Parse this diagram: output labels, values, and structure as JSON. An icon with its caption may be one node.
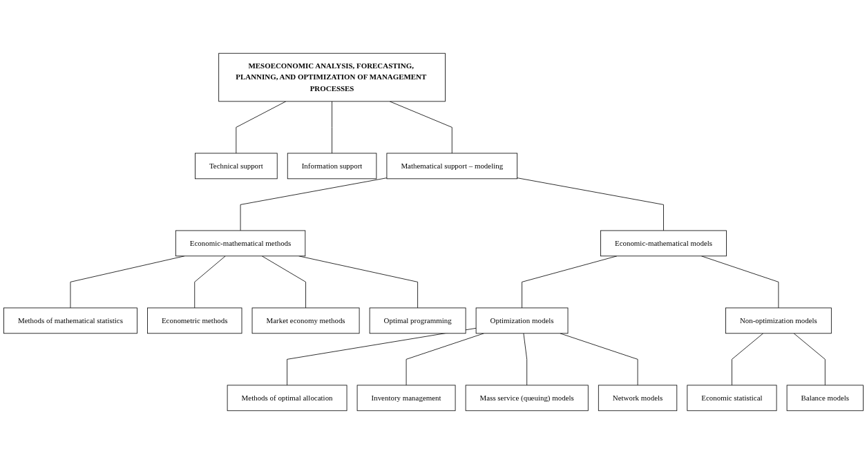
{
  "diagram": {
    "nodes": [
      {
        "text": [
          "MESOECONOMIC ANALYSIS, FORECASTING, PLANNING, AND OPTIMIZATION OF MANAGEMENT PROCESSES"
        ]
      },
      {
        "text": [
          "Technical support"
        ]
      },
      {
        "text": [
          "Information support"
        ]
      },
      {
        "text": [
          "Mathematical support – modeling"
        ]
      },
      {
        "text": [
          "Economic-mathematical methods"
        ]
      },
      {
        "text": [
          "Economic-mathematical models"
        ]
      },
      {
        "text": [
          "Methods of mathematical statistics"
        ]
      },
      {
        "text": [
          "Econometric methods"
        ]
      },
      {
        "text": [
          "Market economy methods"
        ]
      },
      {
        "text": [
          "Optimal programming"
        ]
      },
      {
        "text": [
          "Optimization models"
        ]
      },
      {
        "text": [
          "Non-optimization models"
        ]
      },
      {
        "text": [
          "Methods of optimal allocation"
        ]
      },
      {
        "text": [
          "Inventory management"
        ]
      },
      {
        "text": [
          "Mass service (queuing) models"
        ]
      },
      {
        "text": [
          "Network models"
        ]
      },
      {
        "text": [
          "Economic statistical"
        ]
      },
      {
        "text": [
          "Balance models"
        ]
      }
    ],
    "edges": [
      {
        "from": 0,
        "to": 1,
        "arrow": "none"
      },
      {
        "from": 0,
        "to": 2,
        "arrow": "none"
      },
      {
        "from": 0,
        "to": 3,
        "arrow": "none"
      },
      {
        "from": 3,
        "to": 4,
        "arrow": "none"
      },
      {
        "from": 3,
        "to": 5,
        "arrow": "none"
      },
      {
        "from": 4,
        "to": 6,
        "arrow": "none"
      },
      {
        "from": 4,
        "to": 7,
        "arrow": "none"
      },
      {
        "from": 4,
        "to": 8,
        "arrow": "none"
      },
      {
        "from": 4,
        "to": 9,
        "arrow": "none"
      },
      {
        "from": 5,
        "to": 10,
        "arrow": "none"
      },
      {
        "from": 5,
        "to": 11,
        "arrow": "none"
      },
      {
        "from": 10,
        "to": 12,
        "arrow": "none"
      },
      {
        "from": 10,
        "to": 13,
        "arrow": "none"
      },
      {
        "from": 10,
        "to": 14,
        "arrow": "none"
      },
      {
        "from": 10,
        "to": 15,
        "arrow": "none"
      },
      {
        "from": 11,
        "to": 16,
        "arrow": "none"
      },
      {
        "from": 11,
        "to": 17,
        "arrow": "none"
      }
    ]
  }
}
